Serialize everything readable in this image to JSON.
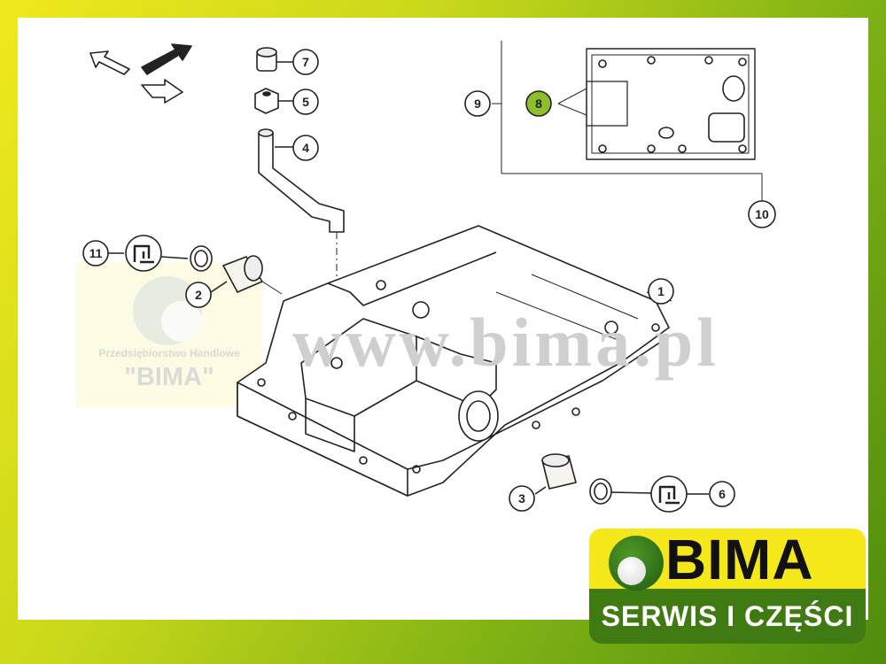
{
  "callouts": [
    {
      "id": "1",
      "label": "1"
    },
    {
      "id": "2",
      "label": "2"
    },
    {
      "id": "3",
      "label": "3"
    },
    {
      "id": "4",
      "label": "4"
    },
    {
      "id": "5",
      "label": "5"
    },
    {
      "id": "6",
      "label": "6"
    },
    {
      "id": "7",
      "label": "7"
    },
    {
      "id": "8",
      "label": "8",
      "highlighted": true
    },
    {
      "id": "9",
      "label": "9"
    },
    {
      "id": "10",
      "label": "10"
    },
    {
      "id": "11",
      "label": "11"
    }
  ],
  "watermark": {
    "company_line": "Przedsiębiorstwo Handlowe",
    "company_name": "\"BIMA\"",
    "url": "www.bima.pl"
  },
  "logo": {
    "brand": "BIMA",
    "tagline": "SERWIS I CZĘŚCI"
  },
  "colors": {
    "highlight": "#8cbf2a",
    "brand_yellow": "#f5e81a",
    "brand_green": "#3f7a12"
  }
}
